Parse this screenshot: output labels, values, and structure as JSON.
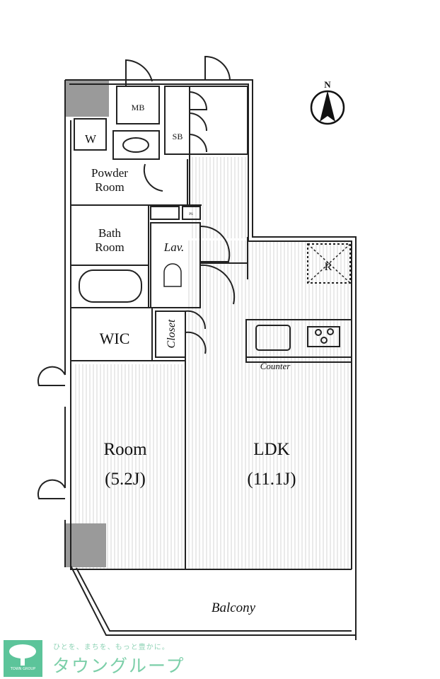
{
  "rooms": {
    "mb": "MB",
    "w": "W",
    "sb": "SB",
    "powder_room": [
      "Powder",
      "Room"
    ],
    "bath_room": [
      "Bath",
      "Room"
    ],
    "lav": "Lav.",
    "wic": "WIC",
    "closet": "Closet",
    "room": {
      "name": "Room",
      "size": "(5.2J)"
    },
    "ldk": {
      "name": "LDK",
      "size": "(11.1J)"
    },
    "counter": "Counter",
    "refrigerator": "R",
    "balcony": "Balcony",
    "ps": "PS"
  },
  "compass": {
    "label": "N"
  },
  "logo": {
    "tagline": "ひとを、まちを、もっと豊かに。",
    "brand": "タウングループ",
    "small": "TOWN GROUP"
  },
  "colors": {
    "wall": "#999999",
    "line": "#222222",
    "brand": "#5cc49a"
  }
}
